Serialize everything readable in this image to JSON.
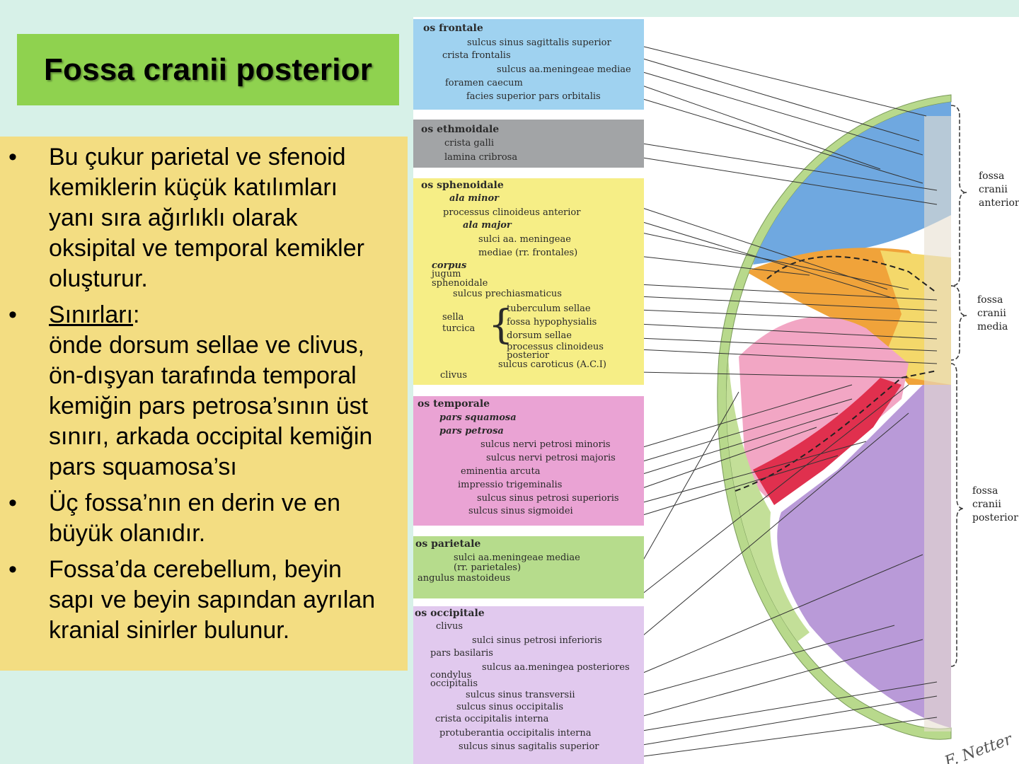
{
  "title": "Fossa cranii posterior",
  "bullets": {
    "b1": [
      "Bu çukur parietal ve sfenoid",
      "kemiklerin küçük katılımları",
      "yanı sıra ağırlıklı olarak",
      "oksipital ve temporal kemikler",
      "oluşturur."
    ],
    "b2_heading": "Sınırları",
    "b2_colon": ":",
    "b2": [
      "önde dorsum sellae ve clivus,",
      "ön-dışyan tarafında temporal",
      "kemiğin pars petrosa’sının üst",
      "sınırı, arkada occipital kemiğin",
      "pars squamosa’sı"
    ],
    "b3": [
      "Üç fossa’nın en derin ve en",
      "büyük olanıdır."
    ],
    "b4": [
      "Fossa’da cerebellum, beyin",
      "sapı ve beyin sapından ayrılan",
      "kranial sinirler bulunur."
    ],
    "bullet_char": "•"
  },
  "figure": {
    "frontale": {
      "head": "os frontale",
      "items": [
        "sulcus sinus sagittalis superior",
        "crista frontalis",
        "sulcus aa.meningeae mediae",
        "foramen caecum",
        "facies superior pars orbitalis"
      ]
    },
    "ethmoidale": {
      "head": "os ethmoidale",
      "items": [
        "crista galli",
        "lamina cribrosa"
      ]
    },
    "sphenoidale": {
      "head": "os sphenoidale",
      "ala_minor": "ala minor",
      "clinoid_ant": "processus clinoideus anterior",
      "ala_major": "ala major",
      "sulci1": "sulci aa. meningeae",
      "sulci2": "mediae (rr. frontales)",
      "corpus": "corpus",
      "jugum1": "jugum",
      "jugum2": "sphenoidale",
      "prechiasm": "sulcus prechiasmaticus",
      "sella1": "sella",
      "sella2": "turcica",
      "brace": "{",
      "tuberculum": "tuberculum sellae",
      "hypophys": "fossa hypophysialis",
      "dorsum": "dorsum sellae",
      "clinoid_post1": "processus clinoideus",
      "clinoid_post2": "posterior",
      "caroticus": "sulcus caroticus (A.C.I)",
      "clivus": "clivus"
    },
    "temporale": {
      "head": "os temporale",
      "squamosa": "pars squamosa",
      "petrosa": "pars petrosa",
      "items": [
        "sulcus nervi petrosi minoris",
        "sulcus nervi petrosi majoris",
        "eminentia arcuta",
        "impressio trigeminalis",
        "sulcus sinus petrosi superioris",
        "sulcus sinus sigmoidei"
      ]
    },
    "parietale": {
      "head": "os parietale",
      "items": [
        "sulci aa.meningeae mediae",
        "(rr. parietales)",
        "angulus mastoideus"
      ]
    },
    "occipitale": {
      "head": "os occipitale",
      "items": [
        "clivus",
        "sulci sinus petrosi inferioris",
        "pars basilaris",
        "sulcus aa.meningea posteriores",
        "condylus",
        "occipitalis",
        "sulcus sinus transversii",
        "sulcus sinus occipitalis",
        "crista occipitalis interna",
        "protuberantia occipitalis interna",
        "sulcus sinus sagitalis superior"
      ]
    },
    "regions": {
      "anterior": [
        "fossa",
        "cranii",
        "anterior"
      ],
      "media": [
        "fossa",
        "cranii",
        "media"
      ],
      "posterior": [
        "fossa",
        "cranii",
        "posterior"
      ]
    },
    "signature": "F. Netter"
  }
}
